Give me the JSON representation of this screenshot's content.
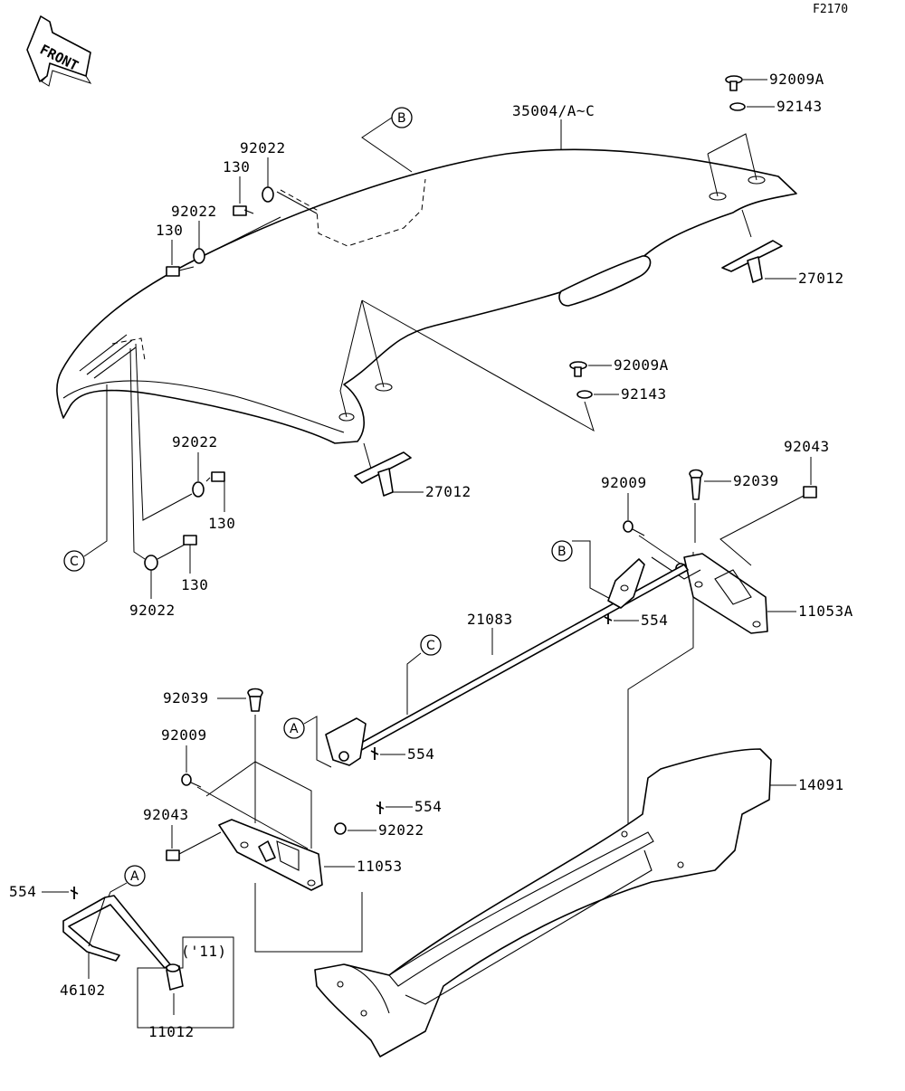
{
  "diagram_code": "F2170",
  "front_label": "FRONT",
  "callouts": {
    "a": "A",
    "b": "B",
    "c": "C"
  },
  "parts": {
    "p35004": "35004/A~C",
    "p92009A_1": "92009A",
    "p92143_1": "92143",
    "p27012_1": "27012",
    "p92009A_2": "92009A",
    "p92143_2": "92143",
    "p27012_2": "27012",
    "p92022_1": "92022",
    "p130_1": "130",
    "p92022_2": "92022",
    "p130_2": "130",
    "p92022_3": "92022",
    "p130_3": "130",
    "p130_4": "130",
    "p92022_4": "92022",
    "p92043_1": "92043",
    "p92009_1": "92009",
    "p92039_1": "92039",
    "p11053A": "11053A",
    "p554_1": "554",
    "p21083": "21083",
    "p92039_2": "92039",
    "p554_2": "554",
    "p92009_2": "92009",
    "p554_3": "554",
    "p92022_5": "92022",
    "p92043_2": "92043",
    "p11053": "11053",
    "p14091": "14091",
    "p554_4": "554",
    "p46102": "46102",
    "p_year": "('11)",
    "p11012": "11012"
  }
}
